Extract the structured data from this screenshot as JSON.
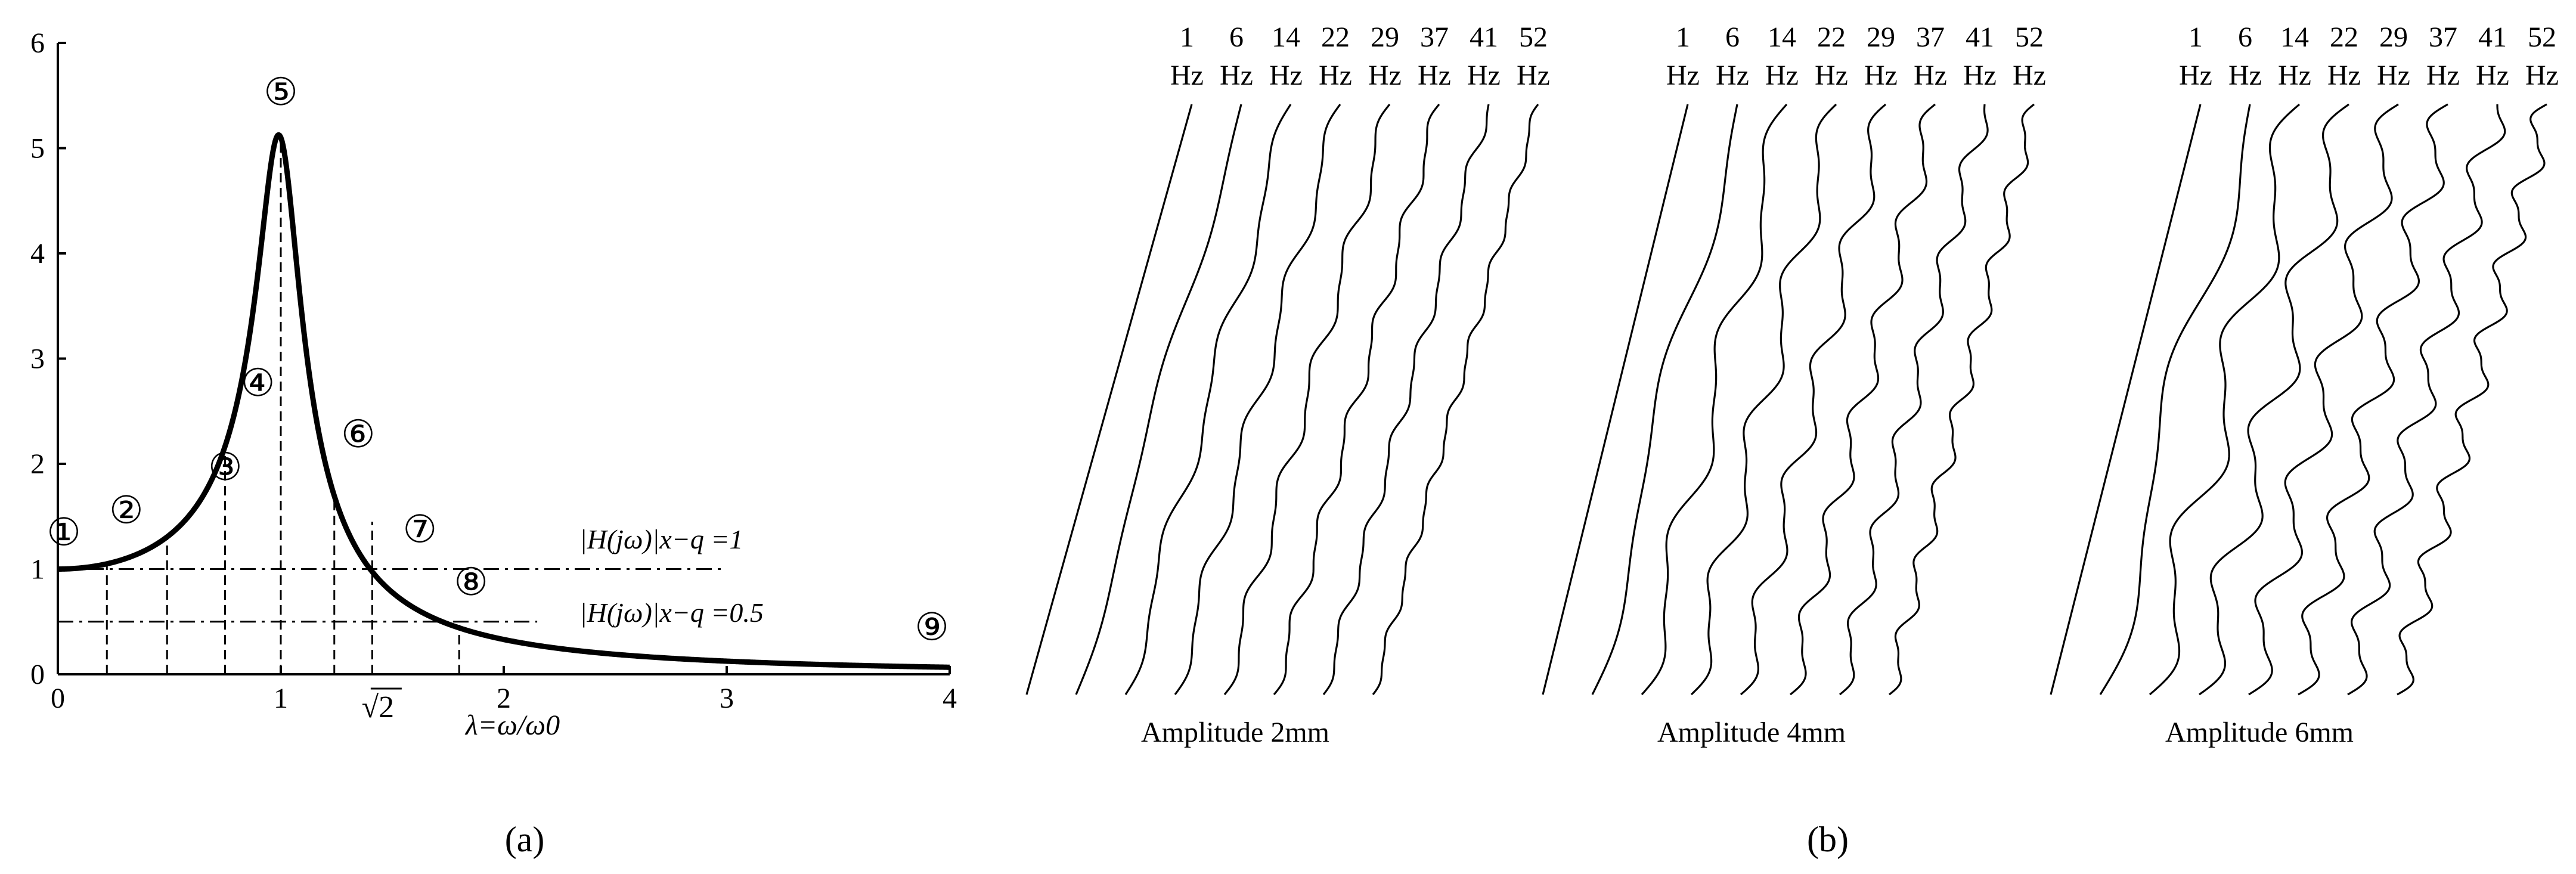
{
  "figure": {
    "panel_a_label": "(a)",
    "panel_b_label": "(b)"
  },
  "chart_data": [
    {
      "type": "line",
      "panel": "a",
      "title": "",
      "xlabel": "λ=ω/ω0",
      "ylabel": "",
      "xlim": [
        0,
        4
      ],
      "ylim": [
        0,
        6
      ],
      "x_ticks": [
        0,
        1,
        2,
        3,
        4
      ],
      "x_tick_labels": [
        "0",
        "1",
        "2",
        "3",
        "4"
      ],
      "y_ticks": [
        0,
        1,
        2,
        3,
        4,
        5,
        6
      ],
      "y_tick_labels": [
        "0",
        "1",
        "2",
        "3",
        "4",
        "5",
        "6"
      ],
      "extra_tick": {
        "x": 1.414,
        "label": "√2"
      },
      "grid": false,
      "curve": {
        "damping_ratio": 0.098,
        "x": [
          0,
          0.1,
          0.2,
          0.3,
          0.4,
          0.5,
          0.6,
          0.7,
          0.75,
          0.8,
          0.85,
          0.9,
          0.95,
          1.0,
          1.05,
          1.1,
          1.15,
          1.2,
          1.25,
          1.3,
          1.414,
          1.6,
          1.8,
          2.0,
          2.5,
          3.0,
          3.5,
          4.0
        ],
        "y": [
          1.0,
          1.01,
          1.04,
          1.09,
          1.18,
          1.32,
          1.53,
          1.86,
          2.08,
          2.44,
          2.93,
          3.62,
          4.55,
          5.1,
          4.52,
          3.42,
          2.56,
          1.97,
          1.58,
          1.29,
          0.95,
          0.64,
          0.44,
          0.33,
          0.19,
          0.12,
          0.09,
          0.07
        ]
      },
      "markers": [
        {
          "label": "①",
          "x": 0.0,
          "y": 1.0
        },
        {
          "label": "②",
          "x": 0.2,
          "y": 1.04
        },
        {
          "label": "③",
          "x": 0.47,
          "y": 1.28
        },
        {
          "label": "④",
          "x": 0.75,
          "y": 2.08
        },
        {
          "label": "⑤",
          "x": 1.0,
          "y": 5.1
        },
        {
          "label": "⑥",
          "x": 1.24,
          "y": 1.65
        },
        {
          "label": "⑦",
          "x": 1.41,
          "y": 1.0
        },
        {
          "label": "⑧",
          "x": 1.8,
          "y": 0.47
        },
        {
          "label": "⑨",
          "x": 4.0,
          "y": 0.07
        }
      ],
      "reference_lines": [
        {
          "y": 1.0,
          "x_end": 3.0,
          "label": "|H(jω)|x−q =1"
        },
        {
          "y": 0.5,
          "x_end": 2.15,
          "label": "|H(jω)|x−q =0.5"
        }
      ],
      "dashed_drops": [
        {
          "x": 0.22,
          "y_top": 1.04
        },
        {
          "x": 0.49,
          "y_top": 1.28
        },
        {
          "x": 0.75,
          "y_top": 2.08
        },
        {
          "x": 1.0,
          "y_top": 5.1
        },
        {
          "x": 1.24,
          "y_top": 1.65
        },
        {
          "x": 1.41,
          "y_top": 1.45
        },
        {
          "x": 1.8,
          "y_top": 0.47
        }
      ]
    },
    {
      "type": "line",
      "panel": "b",
      "title": "",
      "freq_values": [
        "1",
        "6",
        "14",
        "22",
        "29",
        "37",
        "41",
        "52"
      ],
      "freq_units": [
        "Hz",
        "Hz",
        "Hz",
        "Hz",
        "Hz",
        "Hz",
        "Hz",
        "Hz"
      ],
      "groups": [
        {
          "name": "Amplitude 2mm",
          "amplitude_mm": 2,
          "wave_relative_amplitude": [
            0.0,
            0.12,
            0.16,
            0.15,
            0.14,
            0.12,
            0.1,
            0.08
          ]
        },
        {
          "name": "Amplitude 4mm",
          "amplitude_mm": 4,
          "wave_relative_amplitude": [
            0.0,
            0.22,
            0.28,
            0.26,
            0.24,
            0.22,
            0.2,
            0.17
          ]
        },
        {
          "name": "Amplitude 6mm",
          "amplitude_mm": 6,
          "wave_relative_amplitude": [
            0.0,
            0.32,
            0.4,
            0.38,
            0.36,
            0.33,
            0.3,
            0.26
          ]
        }
      ],
      "cycles_per_trace": [
        0,
        1.5,
        3,
        4,
        5,
        6,
        6.5,
        8
      ]
    }
  ]
}
